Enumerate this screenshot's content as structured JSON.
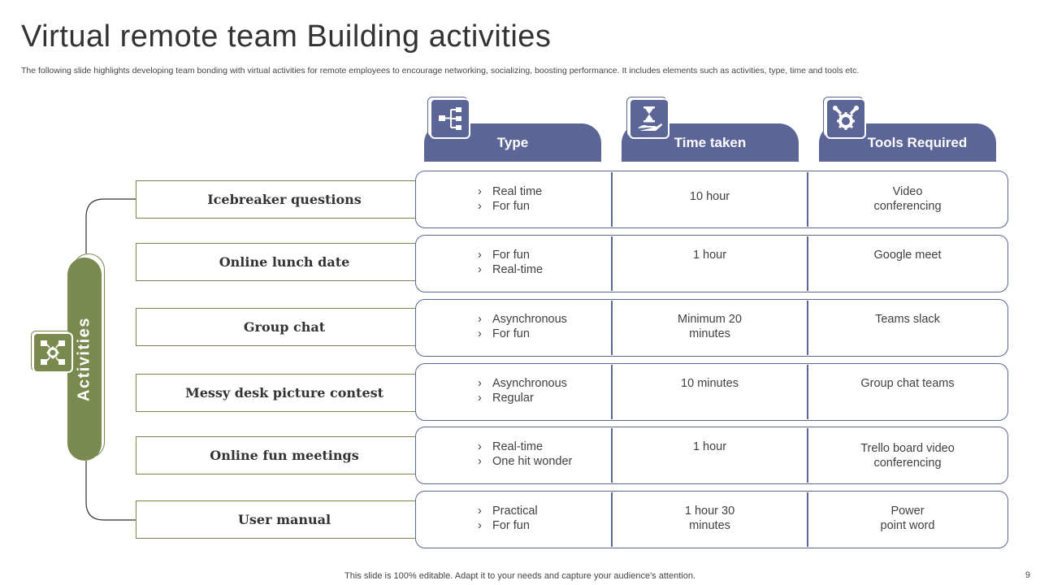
{
  "title": "Virtual remote team Building activities",
  "subtitle": "The following slide highlights developing team bonding with virtual activities for remote employees to encourage networking, socializing, boosting performance. It includes elements such as activities, type, time and tools etc.",
  "activities_label": "Activities",
  "columns": {
    "type": "Type",
    "time": "Time taken",
    "tools": "Tools Required"
  },
  "rows": [
    {
      "activity": "Icebreaker questions",
      "type": [
        "Real time",
        "For fun"
      ],
      "time": [
        "10 hour"
      ],
      "tools": [
        "Video",
        "conferencing"
      ]
    },
    {
      "activity": "Online lunch date",
      "type": [
        "For fun",
        "Real-time"
      ],
      "time": [
        "1 hour"
      ],
      "tools": [
        "Google meet"
      ]
    },
    {
      "activity": "Group chat",
      "type": [
        "Asynchronous",
        "For fun"
      ],
      "time": [
        "Minimum 20",
        "minutes"
      ],
      "tools": [
        "Teams slack"
      ]
    },
    {
      "activity": "Messy desk picture contest",
      "type": [
        "Asynchronous",
        "Regular"
      ],
      "time": [
        "10 minutes"
      ],
      "tools": [
        "Group chat teams"
      ]
    },
    {
      "activity": "Online fun meetings",
      "type": [
        "Real-time",
        "One hit wonder"
      ],
      "time": [
        "1 hour"
      ],
      "tools": [
        "Trello board video",
        "conferencing"
      ]
    },
    {
      "activity": "User manual",
      "type": [
        "Practical",
        "For fun"
      ],
      "time": [
        "1 hour 30",
        "minutes"
      ],
      "tools": [
        "Power",
        "point word"
      ]
    }
  ],
  "bullet_char": "›",
  "footer": "This slide is 100% editable. Adapt it to your needs and capture your audience's attention.",
  "page_number": "9",
  "colors": {
    "header_blue": "#5b6596",
    "activity_green": "#7a8a4f"
  },
  "icons": {
    "type": "hierarchy-icon",
    "time": "hourglass-hand-icon",
    "tools": "wrench-gear-icon",
    "activities": "network-gear-icon"
  }
}
